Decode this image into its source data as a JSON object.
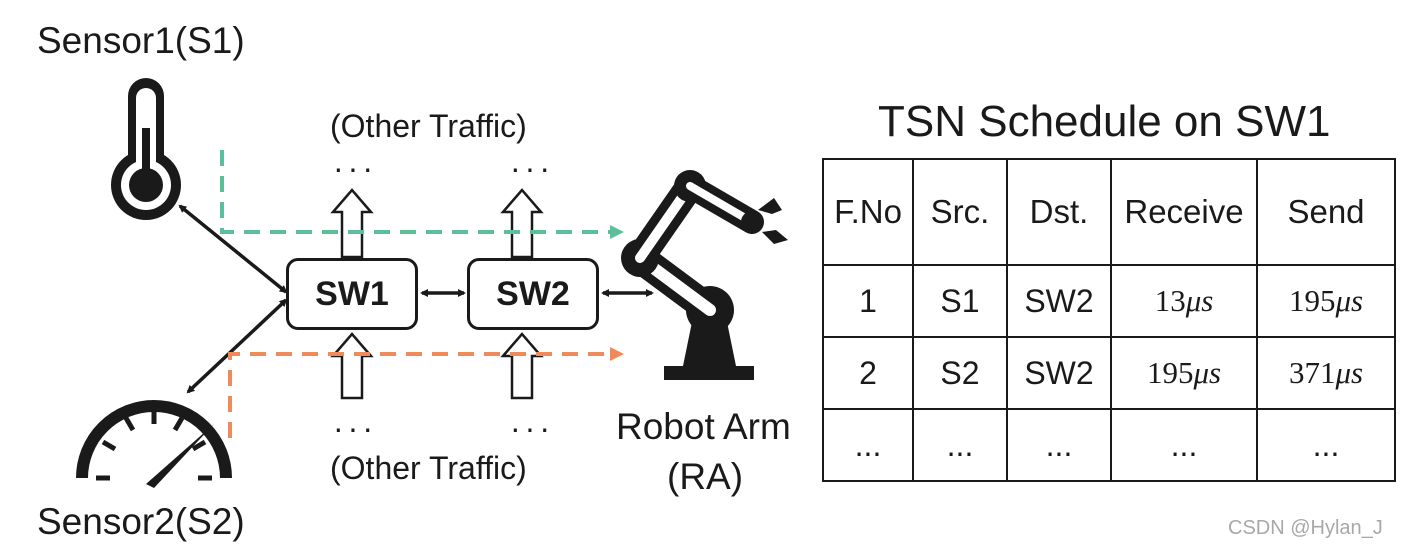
{
  "labels": {
    "sensor1": "Sensor1(S1)",
    "sensor2": "Sensor2(S2)",
    "other_traffic_top": "(Other Traffic)",
    "other_traffic_bottom": "(Other Traffic)",
    "dots": "···",
    "sw1": "SW1",
    "sw2": "SW2",
    "robot_arm_line1": "Robot Arm",
    "robot_arm_line2": "(RA)"
  },
  "schedule": {
    "title": "TSN Schedule on SW1",
    "headers": [
      "F.No",
      "Src.",
      "Dst.",
      "Receive",
      "Send"
    ],
    "rows": [
      {
        "fno": "1",
        "src": "S1",
        "dst": "SW2",
        "receive": "13",
        "receive_unit": "μs",
        "send": "195",
        "send_unit": "μs"
      },
      {
        "fno": "2",
        "src": "S2",
        "dst": "SW2",
        "receive": "195",
        "receive_unit": "μs",
        "send": "371",
        "send_unit": "μs"
      },
      {
        "fno": "...",
        "src": "...",
        "dst": "...",
        "receive": "...",
        "receive_unit": "",
        "send": "...",
        "send_unit": ""
      }
    ]
  },
  "colors": {
    "flow1": "#5cbf9a",
    "flow2": "#ef8a5a",
    "ink": "#1a1a1a"
  },
  "watermark": "CSDN @Hylan_J"
}
